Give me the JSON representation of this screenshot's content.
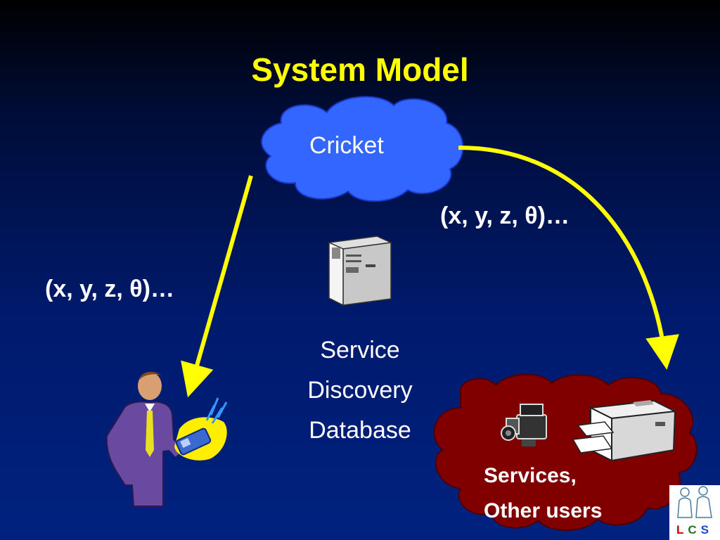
{
  "slide": {
    "title": "System Model"
  },
  "cricket": {
    "label": "Cricket"
  },
  "coordinates": {
    "right_label": "(x, y, z, θ)…",
    "left_label": "(x, y, z, θ)…"
  },
  "service_discovery": {
    "line1": "Service",
    "line2": "Discovery",
    "line3": "Database"
  },
  "services_cloud": {
    "line1": "Services,",
    "line2": "Other users"
  },
  "logo": {
    "l": "L",
    "c": "C",
    "s": "S"
  },
  "colors": {
    "title": "#ffff00",
    "arrow": "#ffff00",
    "cricket_cloud": "#3366ff",
    "services_cloud": "#800000",
    "background": "#001a6e"
  },
  "icons": [
    "cloud-icon",
    "server-icon",
    "businessman-icon",
    "mobile-phone-icon",
    "video-camera-icon",
    "printer-icon",
    "lcs-logo"
  ]
}
